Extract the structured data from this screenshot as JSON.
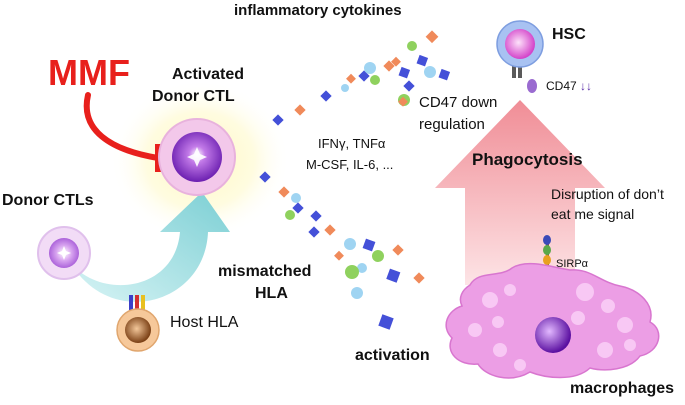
{
  "labels": {
    "inflammatory_cytokines": "inflammatory cytokines",
    "hsc": "HSC",
    "cd47": "CD47",
    "cd47_arrows": "↓↓",
    "mmf": "MMF",
    "activated_line1": "Activated",
    "activated_line2": "Donor CTL",
    "cd47_down_line1": "CD47 down",
    "cd47_down_line2": "regulation",
    "cytokine_list_line1": "IFNγ,  TNFα",
    "cytokine_list_line2": "M-CSF, IL-6, ...",
    "phagocytosis": "Phagocytosis",
    "donor_ctls": "Donor CTLs",
    "disruption_line1": "Disruption of don’t",
    "disruption_line2": "eat me signal",
    "mismatched_line1": "mismatched",
    "mismatched_line2": "HLA",
    "sirpa": "SIRPα",
    "host_hla": "Host HLA",
    "activation": "activation",
    "macrophages": "macrophages"
  },
  "colors": {
    "mmf": "#e8201c",
    "inhibition": "#e8201c",
    "cytokine_blue": "#4450d8",
    "cytokine_orange": "#f08a5a",
    "cytokine_green": "#8fd15e",
    "cytokine_lightblue": "#9fd4f2",
    "ctl_purple": "#8a3bd0",
    "macrophage_pink": "#e98ce0",
    "phagocytosis_arrow": "#f0a0a6",
    "activation_arrow": "#9ad9dc",
    "cd47_arrows": "#5a2ea8"
  },
  "icons": [
    "inhibition-arrow-icon",
    "activation-arrow-icon",
    "phagocytosis-arrow-icon",
    "cytokine-particle-icon",
    "cell-icon"
  ]
}
